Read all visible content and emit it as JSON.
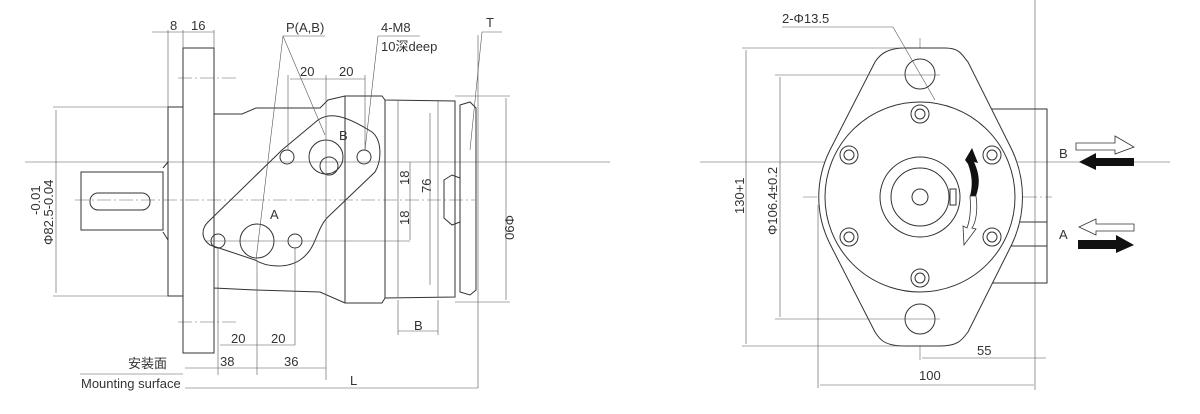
{
  "side_view": {
    "dim_8": "8",
    "dim_16": "16",
    "port_label": "P(A,B)",
    "thread_label": "4-M8",
    "thread_depth": "10深deep",
    "tank_label": "T",
    "dim_20_top_a": "20",
    "dim_20_top_b": "20",
    "port_b": "B",
    "port_a": "A",
    "dim_18_a": "18",
    "dim_18_b": "18",
    "dim_76": "76",
    "dim_phi90": "Φ90",
    "pilot_tol": "-0.01",
    "pilot_dim": "Φ82.5-0.04",
    "dim_20_bottom_a": "20",
    "dim_20_bottom_b": "20",
    "dim_38": "38",
    "dim_36": "36",
    "dim_B": "B",
    "dim_L": "L",
    "mounting_cn": "安装面",
    "mounting_en": "Mounting surface"
  },
  "front_view": {
    "hole_label": "2-Φ13.5",
    "dim_130": "130+1",
    "dim_pcd": "Φ106.4±0.2",
    "dim_55": "55",
    "dim_100": "100",
    "port_b": "B",
    "port_a": "A"
  }
}
